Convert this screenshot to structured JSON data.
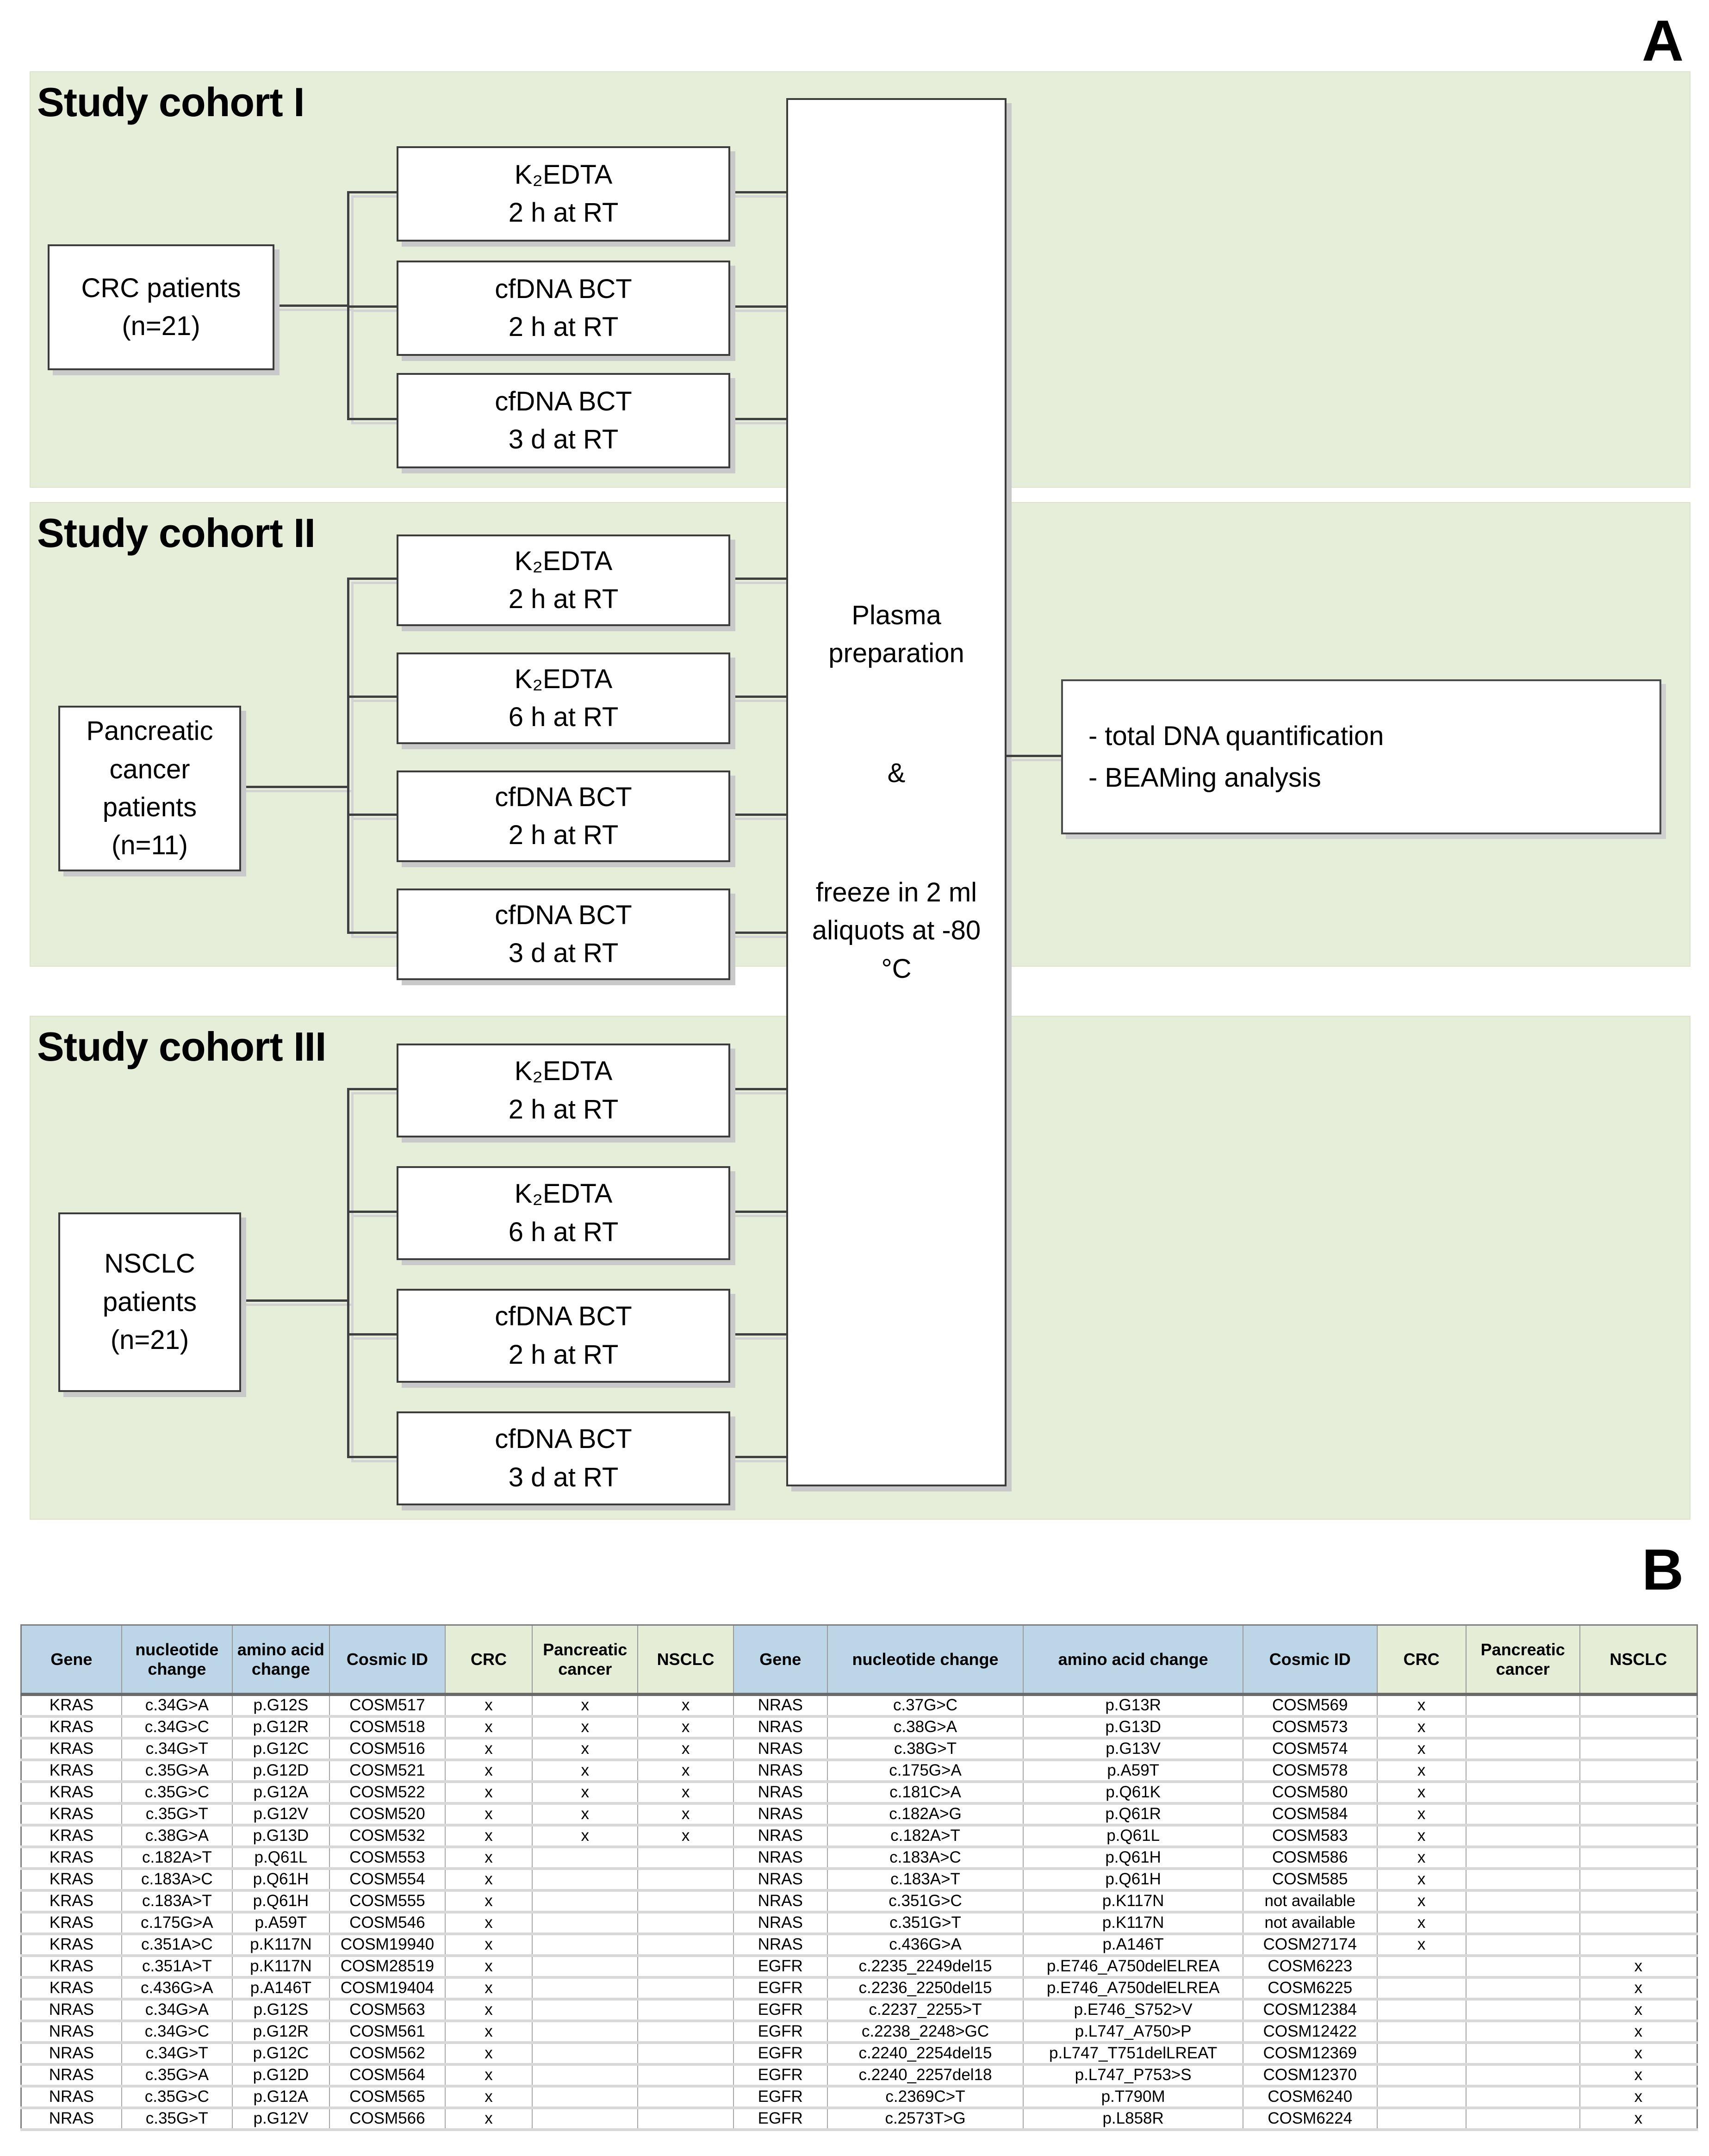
{
  "figure": {
    "panel_a_label": "A",
    "panel_b_label": "B"
  },
  "colors": {
    "panel_green": "#e6edd9",
    "table_header_blue": "#bcd6e8",
    "table_header_green": "#e5edd6",
    "box_border": "#3c3c3c",
    "connector": "#3f3f3f"
  },
  "diagram": {
    "cohorts": [
      {
        "title": "Study cohort I",
        "patient_lines": [
          "CRC patients",
          "(n=21)"
        ],
        "tubes": [
          [
            "K₂EDTA",
            "2 h at RT"
          ],
          [
            "cfDNA BCT",
            "2 h at RT"
          ],
          [
            "cfDNA BCT",
            "3 d at RT"
          ]
        ]
      },
      {
        "title": "Study cohort II",
        "patient_lines": [
          "Pancreatic",
          "cancer",
          "patients",
          "(n=11)"
        ],
        "tubes": [
          [
            "K₂EDTA",
            "2 h at RT"
          ],
          [
            "K₂EDTA",
            "6 h at RT"
          ],
          [
            "cfDNA BCT",
            "2 h at RT"
          ],
          [
            "cfDNA BCT",
            "3 d at RT"
          ]
        ]
      },
      {
        "title": "Study cohort III",
        "patient_lines": [
          "NSCLC",
          "patients",
          "(n=21)"
        ],
        "tubes": [
          [
            "K₂EDTA",
            "2 h at RT"
          ],
          [
            "K₂EDTA",
            "6 h at RT"
          ],
          [
            "cfDNA BCT",
            "2 h at RT"
          ],
          [
            "cfDNA BCT",
            "3 d at RT"
          ]
        ]
      }
    ],
    "plasma_box": {
      "lines": [
        "Plasma preparation",
        "&",
        "freeze in 2 ml aliquots at -80 °C"
      ]
    },
    "result_box": {
      "lines": [
        "- total DNA quantification",
        "- BEAMing analysis"
      ]
    }
  },
  "table": {
    "headers": [
      "Gene",
      "nucleotide change",
      "amino acid change",
      "Cosmic ID",
      "CRC",
      "Pancreatic cancer",
      "NSCLC",
      "Gene",
      "nucleotide change",
      "amino acid change",
      "Cosmic ID",
      "CRC",
      "Pancreatic cancer",
      "NSCLC"
    ],
    "rows": [
      [
        "KRAS",
        "c.34G>A",
        "p.G12S",
        "COSM517",
        "x",
        "x",
        "x",
        "NRAS",
        "c.37G>C",
        "p.G13R",
        "COSM569",
        "x",
        "",
        ""
      ],
      [
        "KRAS",
        "c.34G>C",
        "p.G12R",
        "COSM518",
        "x",
        "x",
        "x",
        "NRAS",
        "c.38G>A",
        "p.G13D",
        "COSM573",
        "x",
        "",
        ""
      ],
      [
        "KRAS",
        "c.34G>T",
        "p.G12C",
        "COSM516",
        "x",
        "x",
        "x",
        "NRAS",
        "c.38G>T",
        "p.G13V",
        "COSM574",
        "x",
        "",
        ""
      ],
      [
        "KRAS",
        "c.35G>A",
        "p.G12D",
        "COSM521",
        "x",
        "x",
        "x",
        "NRAS",
        "c.175G>A",
        "p.A59T",
        "COSM578",
        "x",
        "",
        ""
      ],
      [
        "KRAS",
        "c.35G>C",
        "p.G12A",
        "COSM522",
        "x",
        "x",
        "x",
        "NRAS",
        "c.181C>A",
        "p.Q61K",
        "COSM580",
        "x",
        "",
        ""
      ],
      [
        "KRAS",
        "c.35G>T",
        "p.G12V",
        "COSM520",
        "x",
        "x",
        "x",
        "NRAS",
        "c.182A>G",
        "p.Q61R",
        "COSM584",
        "x",
        "",
        ""
      ],
      [
        "KRAS",
        "c.38G>A",
        "p.G13D",
        "COSM532",
        "x",
        "x",
        "x",
        "NRAS",
        "c.182A>T",
        "p.Q61L",
        "COSM583",
        "x",
        "",
        ""
      ],
      [
        "KRAS",
        "c.182A>T",
        "p.Q61L",
        "COSM553",
        "x",
        "",
        "",
        "NRAS",
        "c.183A>C",
        "p.Q61H",
        "COSM586",
        "x",
        "",
        ""
      ],
      [
        "KRAS",
        "c.183A>C",
        "p.Q61H",
        "COSM554",
        "x",
        "",
        "",
        "NRAS",
        "c.183A>T",
        "p.Q61H",
        "COSM585",
        "x",
        "",
        ""
      ],
      [
        "KRAS",
        "c.183A>T",
        "p.Q61H",
        "COSM555",
        "x",
        "",
        "",
        "NRAS",
        "c.351G>C",
        "p.K117N",
        "not available",
        "x",
        "",
        ""
      ],
      [
        "KRAS",
        "c.175G>A",
        "p.A59T",
        "COSM546",
        "x",
        "",
        "",
        "NRAS",
        "c.351G>T",
        "p.K117N",
        "not available",
        "x",
        "",
        ""
      ],
      [
        "KRAS",
        "c.351A>C",
        "p.K117N",
        "COSM19940",
        "x",
        "",
        "",
        "NRAS",
        "c.436G>A",
        "p.A146T",
        "COSM27174",
        "x",
        "",
        ""
      ],
      [
        "KRAS",
        "c.351A>T",
        "p.K117N",
        "COSM28519",
        "x",
        "",
        "",
        "EGFR",
        "c.2235_2249del15",
        "p.E746_A750delELREA",
        "COSM6223",
        "",
        "",
        "x"
      ],
      [
        "KRAS",
        "c.436G>A",
        "p.A146T",
        "COSM19404",
        "x",
        "",
        "",
        "EGFR",
        "c.2236_2250del15",
        "p.E746_A750delELREA",
        "COSM6225",
        "",
        "",
        "x"
      ],
      [
        "NRAS",
        "c.34G>A",
        "p.G12S",
        "COSM563",
        "x",
        "",
        "",
        "EGFR",
        "c.2237_2255>T",
        "p.E746_S752>V",
        "COSM12384",
        "",
        "",
        "x"
      ],
      [
        "NRAS",
        "c.34G>C",
        "p.G12R",
        "COSM561",
        "x",
        "",
        "",
        "EGFR",
        "c.2238_2248>GC",
        "p.L747_A750>P",
        "COSM12422",
        "",
        "",
        "x"
      ],
      [
        "NRAS",
        "c.34G>T",
        "p.G12C",
        "COSM562",
        "x",
        "",
        "",
        "EGFR",
        "c.2240_2254del15",
        "p.L747_T751delLREAT",
        "COSM12369",
        "",
        "",
        "x"
      ],
      [
        "NRAS",
        "c.35G>A",
        "p.G12D",
        "COSM564",
        "x",
        "",
        "",
        "EGFR",
        "c.2240_2257del18",
        "p.L747_P753>S",
        "COSM12370",
        "",
        "",
        "x"
      ],
      [
        "NRAS",
        "c.35G>C",
        "p.G12A",
        "COSM565",
        "x",
        "",
        "",
        "EGFR",
        "c.2369C>T",
        "p.T790M",
        "COSM6240",
        "",
        "",
        "x"
      ],
      [
        "NRAS",
        "c.35G>T",
        "p.G12V",
        "COSM566",
        "x",
        "",
        "",
        "EGFR",
        "c.2573T>G",
        "p.L858R",
        "COSM6224",
        "",
        "",
        "x"
      ]
    ]
  }
}
